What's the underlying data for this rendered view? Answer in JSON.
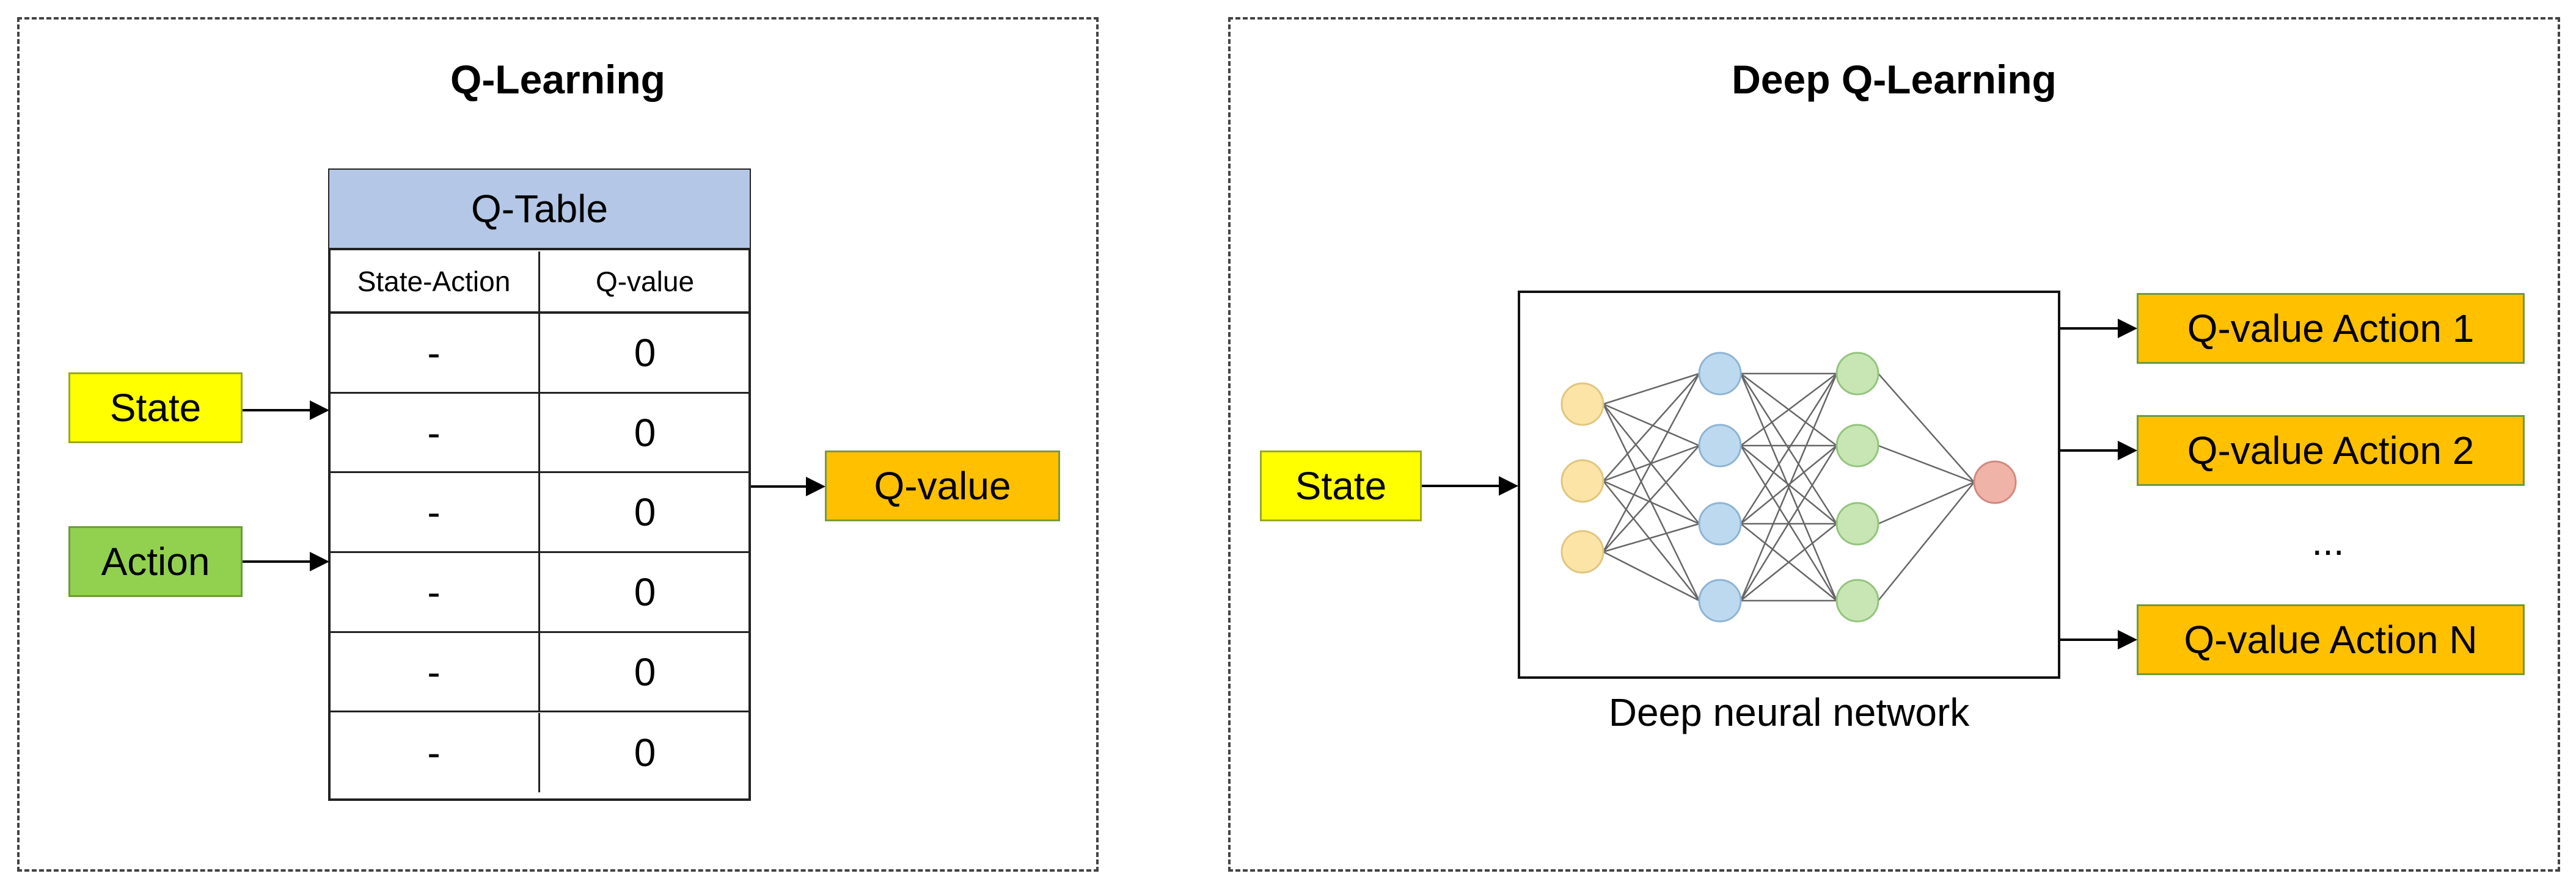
{
  "left_panel": {
    "title": "Q-Learning",
    "qtable": {
      "title": "Q-Table",
      "columns": [
        "State-Action",
        "Q-value"
      ],
      "rows": [
        [
          "-",
          "0"
        ],
        [
          "-",
          "0"
        ],
        [
          "-",
          "0"
        ],
        [
          "-",
          "0"
        ],
        [
          "-",
          "0"
        ],
        [
          "-",
          "0"
        ]
      ]
    },
    "inputs": {
      "state": "State",
      "action": "Action"
    },
    "output": "Q-value"
  },
  "right_panel": {
    "title": "Deep Q-Learning",
    "input": "State",
    "network_label": "Deep neural network",
    "network_layers": [
      3,
      4,
      4,
      1
    ],
    "outputs": [
      "Q-value Action 1",
      "Q-value Action 2",
      "Q-value Action N"
    ],
    "ellipsis": "..."
  },
  "colors": {
    "state_fill": "#ffff00",
    "action_fill": "#92d050",
    "qvalue_fill": "#ffc000",
    "table_header_fill": "#b4c7e7",
    "node_input": "#fce4a6",
    "node_hidden1": "#bcd9ef",
    "node_hidden2": "#c8e6b4",
    "node_output": "#f0b3a8"
  }
}
